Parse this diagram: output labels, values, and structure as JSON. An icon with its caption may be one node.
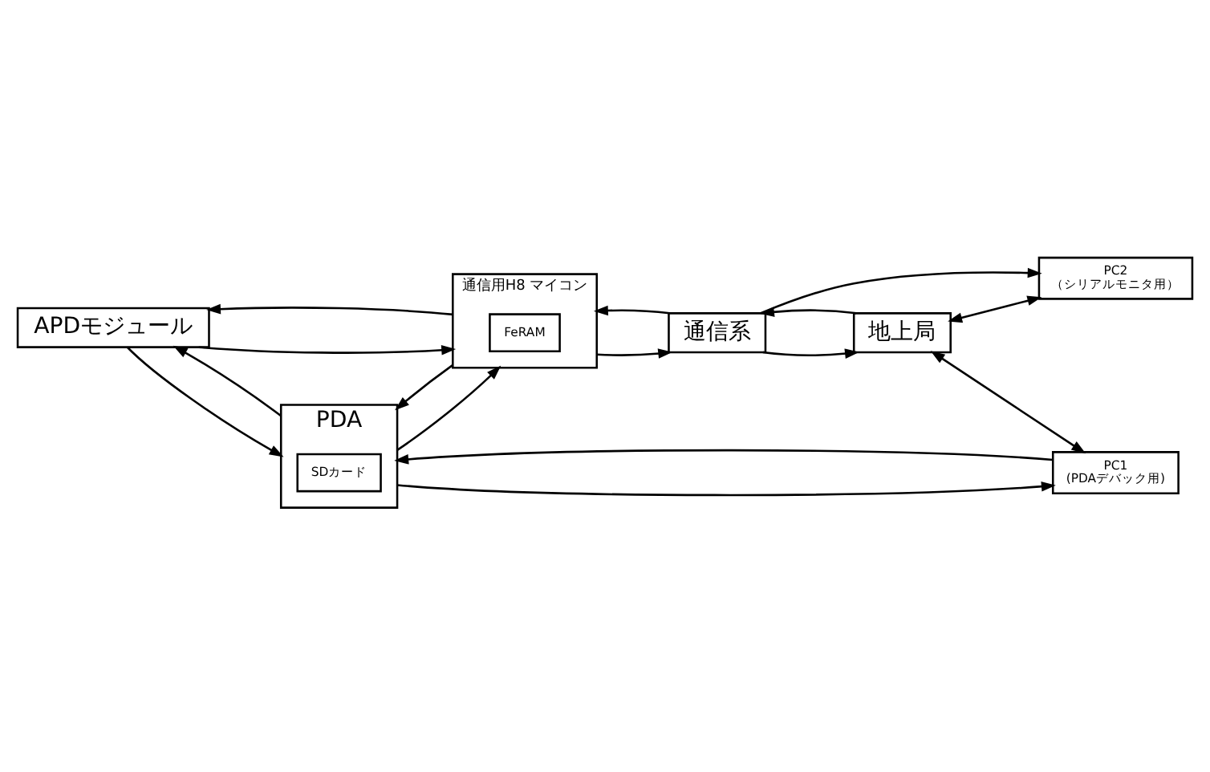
{
  "diagram": {
    "nodes": [
      {
        "text": [
          "APDモジュール"
        ]
      },
      {
        "text": [
          "地上局"
        ]
      },
      {
        "text": [
          "通信系"
        ]
      },
      {
        "text": [
          "通信用H8 マイコン"
        ]
      },
      {
        "text": [
          "FeRAM"
        ],
        "in": 3
      },
      {
        "text": [
          "PDA"
        ]
      },
      {
        "text": [
          "SDカード"
        ],
        "in": 5
      },
      {
        "text": [
          "PC2",
          "（シリアルモニタ用）"
        ]
      },
      {
        "text": [
          "PC1",
          "(PDAデバック用)"
        ]
      }
    ],
    "edges": [
      {
        "from": 0,
        "to": 3,
        "arrow": "to"
      },
      {
        "from": 3,
        "to": 0,
        "arrow": "to"
      },
      {
        "from": 0,
        "to": 5,
        "arrow": "to"
      },
      {
        "from": 5,
        "to": 0,
        "arrow": "to"
      },
      {
        "from": 2,
        "to": 1,
        "arrow": "to"
      },
      {
        "from": 3,
        "to": 2,
        "arrow": "to"
      },
      {
        "from": 5,
        "to": 3,
        "arrow": "to"
      },
      {
        "from": 1,
        "to": 2,
        "arrow": "to"
      },
      {
        "from": 2,
        "to": 3,
        "arrow": "to"
      },
      {
        "from": 2,
        "to": 7,
        "arrow": "to"
      },
      {
        "from": 3,
        "to": 5,
        "arrow": "to"
      },
      {
        "from": 1,
        "to": 7,
        "arrow": "both"
      },
      {
        "from": 5,
        "to": 8,
        "arrow": "to"
      },
      {
        "from": 8,
        "to": 5,
        "arrow": "to"
      },
      {
        "from": 1,
        "to": 8,
        "arrow": "both"
      }
    ]
  }
}
